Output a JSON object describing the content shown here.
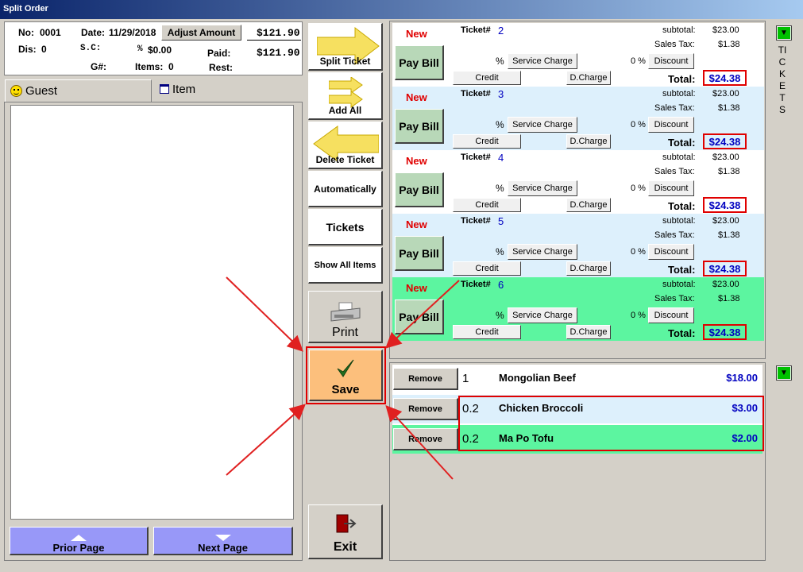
{
  "window": {
    "title": "Split Order"
  },
  "order": {
    "no_label": "No:",
    "no_value": "0001",
    "date_label": "Date:",
    "date_value": "11/29/2018",
    "adjust_label": "Adjust Amount",
    "amount": "$121.90",
    "dis_label": "Dis:",
    "dis_value": "0",
    "sc_label": "S.C:",
    "sc_pct": "%",
    "sc_value": "$0.00",
    "paid_label": "Paid:",
    "paid_value": "$121.90",
    "g_label": "G#:",
    "items_label": "Items:",
    "items_value": "0",
    "rest_label": "Rest:"
  },
  "tabs": {
    "guest": "Guest",
    "item": "Item"
  },
  "nav": {
    "prior": "Prior Page",
    "next": "Next Page"
  },
  "actions": {
    "split_ticket": "Split Ticket",
    "add_all": "Add All",
    "delete_ticket": "Delete Ticket",
    "automatically": "Automatically",
    "tickets": "Tickets",
    "show_all_items": "Show All Items",
    "print": "Print",
    "save": "Save",
    "exit": "Exit"
  },
  "side_label": "TICKETS",
  "ticket_labels": {
    "new": "New",
    "ticket": "Ticket#",
    "subtotal": "subtotal:",
    "sales_tax": "Sales Tax:",
    "pay_bill": "Pay Bill",
    "pct": "%",
    "service_charge": "Service Charge",
    "discount_pct": "0 %",
    "discount": "Discount",
    "credit": "Credit",
    "dcharge": "D.Charge",
    "total": "Total:"
  },
  "tickets": [
    {
      "number": "2",
      "subtotal": "$23.00",
      "tax": "$1.38",
      "total": "$24.38",
      "bg": "#ffffff"
    },
    {
      "number": "3",
      "subtotal": "$23.00",
      "tax": "$1.38",
      "total": "$24.38",
      "bg": "#ddf0fc"
    },
    {
      "number": "4",
      "subtotal": "$23.00",
      "tax": "$1.38",
      "total": "$24.38",
      "bg": "#ffffff"
    },
    {
      "number": "5",
      "subtotal": "$23.00",
      "tax": "$1.38",
      "total": "$24.38",
      "bg": "#ddf0fc"
    },
    {
      "number": "6",
      "subtotal": "$23.00",
      "tax": "$1.38",
      "total": "$24.38",
      "bg": "#5cf5a0"
    }
  ],
  "items": [
    {
      "remove": "Remove",
      "qty": "1",
      "name": "Mongolian Beef",
      "price": "$18.00",
      "bg": "#ffffff"
    },
    {
      "remove": "Remove",
      "qty": "0.2",
      "name": "Chicken Broccoli",
      "price": "$3.00",
      "bg": "#ddf0fc"
    },
    {
      "remove": "Remove",
      "qty": "0.2",
      "name": "Ma Po Tofu",
      "price": "$2.00",
      "bg": "#5cf5a0"
    }
  ],
  "colors": {
    "save_bg": "#fcbf7c",
    "highlight": "#e00000",
    "ticket_green": "#5cf5a0"
  }
}
